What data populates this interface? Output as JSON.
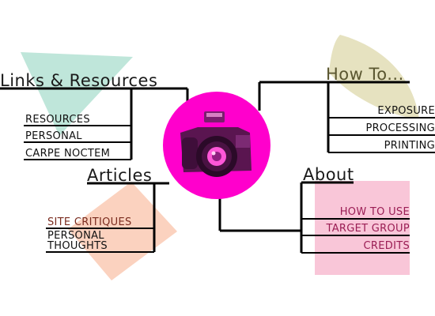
{
  "colors": {
    "teal_shape": "#bfe6da",
    "olive_shape": "#e6e2c0",
    "salmon_shape": "#fbd2bf",
    "pink_shape": "#f9c6d8",
    "magenta_circle": "#ff00cc",
    "line": "#000000"
  },
  "center": {
    "icon": "camera-icon"
  },
  "links_resources": {
    "heading": "Links & Resources",
    "items": [
      "RESOURCES",
      "PERSONAL",
      "CARPE NOCTEM"
    ]
  },
  "how_to": {
    "heading": "How To...",
    "items": [
      "EXPOSURE",
      "PROCESSING",
      "PRINTING"
    ]
  },
  "articles": {
    "heading": "Articles",
    "items": [
      "SITE CRITIQUES",
      "PERSONAL",
      "THOUGHTS"
    ]
  },
  "about": {
    "heading": "About",
    "items": [
      "HOW TO USE",
      "TARGET GROUP",
      "CREDITS"
    ]
  }
}
